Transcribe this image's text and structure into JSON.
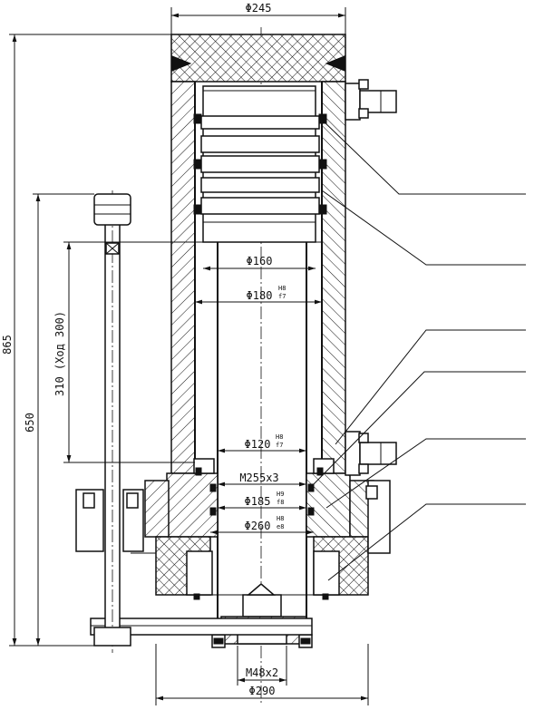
{
  "dimensions": {
    "top_width": "Φ245",
    "bottom_width": "Φ290",
    "total_height": "865",
    "rod_height": "650",
    "stroke": "310 (Ход 300)",
    "bore_160": "Φ160",
    "bore_180": "Φ180",
    "bore_180_tol_upper": "H8",
    "bore_180_tol_lower": "f7",
    "bore_120": "Φ120",
    "bore_120_tol_upper": "H8",
    "bore_120_tol_lower": "f7",
    "thread_m255": "M255x3",
    "bore_185": "Φ185",
    "bore_185_tol_upper": "H9",
    "bore_185_tol_lower": "f8",
    "bore_260": "Φ260",
    "bore_260_tol_upper": "H8",
    "bore_260_tol_lower": "e8",
    "thread_m48": "M48x2"
  }
}
